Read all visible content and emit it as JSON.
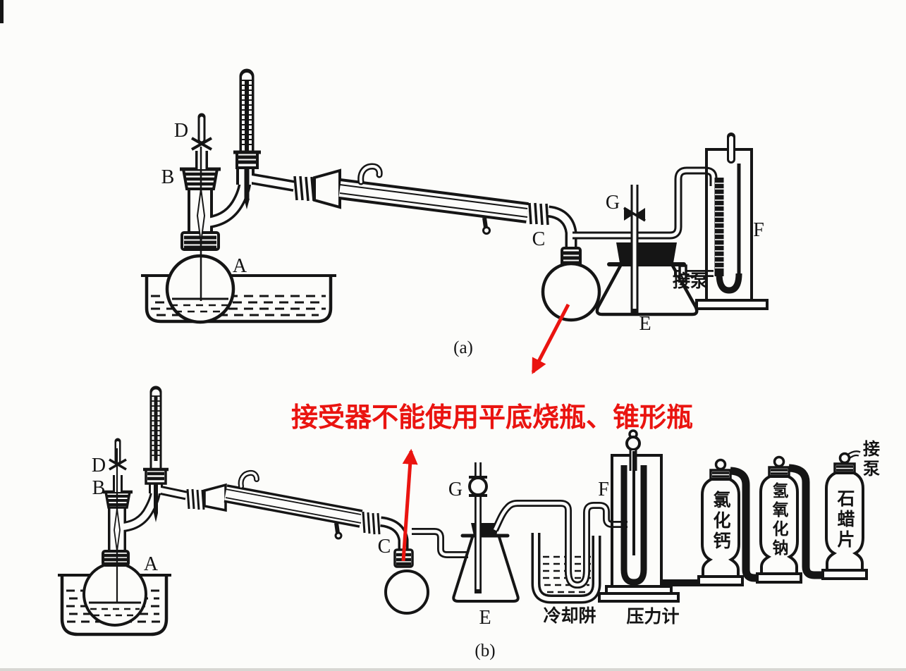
{
  "colors": {
    "accent_red": "#ea1410",
    "ink": "#151515",
    "paper": "#fcfcfa"
  },
  "annotation": {
    "text": "接受器不能使用平底烧瓶、锥形瓶"
  },
  "diagram_a": {
    "caption": "(a)",
    "label_a": "A",
    "label_b": "B",
    "label_c": "C",
    "label_d": "D",
    "label_e": "E",
    "label_f": "F",
    "label_g": "G",
    "pump_label": "接泵"
  },
  "diagram_b": {
    "caption": "(b)",
    "label_a": "A",
    "label_b": "B",
    "label_c": "C",
    "label_d": "D",
    "label_e": "E",
    "label_f": "F",
    "label_g": "G",
    "cold_trap_label": "冷却阱",
    "manometer_label": "压力计",
    "bottles": [
      "氯化钙",
      "氢氧化钠",
      "石蜡片"
    ],
    "pump_label": "接泵"
  }
}
